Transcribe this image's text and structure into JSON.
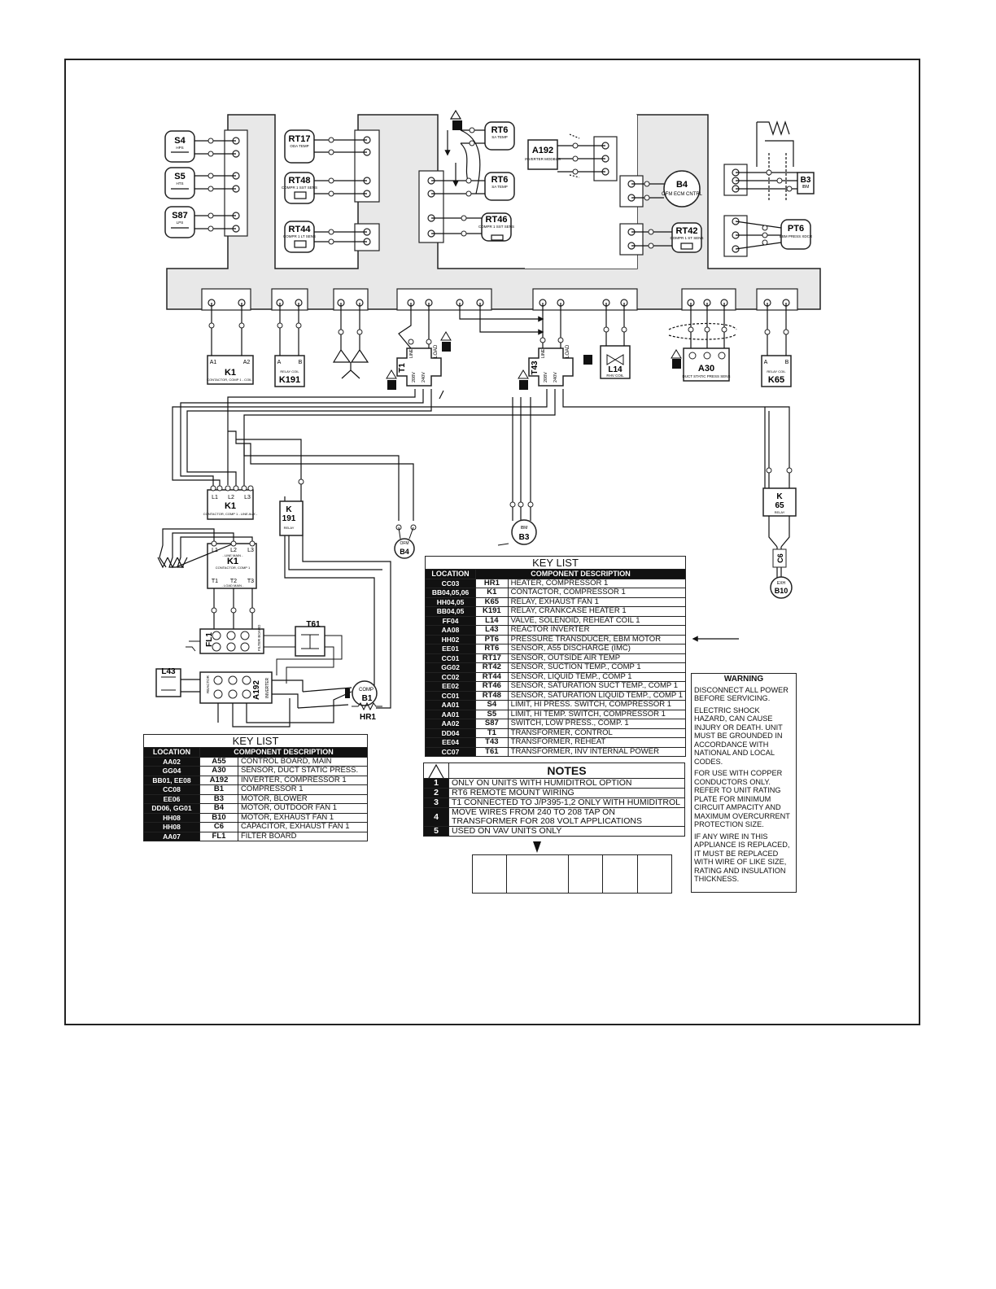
{
  "components": {
    "s4": {
      "id": "S4",
      "sub": "HPS"
    },
    "s5": {
      "id": "S5",
      "sub": "HTS"
    },
    "s87": {
      "id": "S87",
      "sub": "LPS"
    },
    "rt17": {
      "id": "RT17",
      "sub": "ODA TEMP"
    },
    "rt48": {
      "id": "RT48",
      "sub": "COMPR 1 SST SENS"
    },
    "rt44": {
      "id": "RT44",
      "sub": "COMPR 1 LT SENS"
    },
    "rt6a": {
      "id": "RT6",
      "sub": "SA TEMP"
    },
    "rt6b": {
      "id": "RT6",
      "sub": "SA TEMP"
    },
    "rt46": {
      "id": "RT46",
      "sub": "COMPR 1 SST SENS"
    },
    "a192": {
      "id": "A192",
      "sub": "INVERTER MODBUS"
    },
    "b4top": {
      "id": "B4",
      "sub": "OFM ECM CNTRL"
    },
    "rt42": {
      "id": "RT42",
      "sub": "COMPR 1 ST SENS"
    },
    "b3top": {
      "id": "B3",
      "sub": "IBM"
    },
    "pt6": {
      "id": "PT6",
      "sub": "EBM PRESS XDCR"
    },
    "k1coil": {
      "id": "K1",
      "sub": "CONTACTOR, COMP 1 - COIL -",
      "a1": "A1",
      "a2": "A2"
    },
    "k191coil": {
      "id": "K191",
      "sub": "RELAY COIL",
      "a": "A",
      "b": "B"
    },
    "t1": {
      "id": "T1",
      "v208": "208V",
      "v240": "240V",
      "load": "LOAD",
      "line": "LINE"
    },
    "t43": {
      "id": "T43",
      "v208": "208V",
      "v240": "240V",
      "load": "LOAD",
      "line": "LINE"
    },
    "l14": {
      "id": "L14",
      "sub": "RHV COIL"
    },
    "a30": {
      "id": "A30",
      "sub": "DUCT STATIC PRESS SENS"
    },
    "k65coil": {
      "id": "K65",
      "sub": "RELAY COIL",
      "a": "A",
      "b": "B"
    },
    "k1aux": {
      "id": "K1",
      "sub": "CONTACTOR, COMP 1 - LINE AUX -",
      "l1": "L1",
      "l2": "L2",
      "l3": "L3"
    },
    "k191relay": {
      "k": "K",
      "num": "191",
      "sub": "RELAY"
    },
    "b4bot": {
      "id": "B4",
      "sub": "OFM"
    },
    "b3bot": {
      "id": "B3",
      "sub": "IBM"
    },
    "k65relay": {
      "k": "K",
      "num": "65",
      "sub": "RELAY"
    },
    "c6": {
      "id": "C6"
    },
    "b10": {
      "id": "B10",
      "sub": "EXH"
    },
    "k1main": {
      "id": "K1",
      "sub": "CONTACTOR, COMP 1",
      "line": "- LINE MAIN -",
      "load": "- LOAD MAIN -",
      "t1": "T1",
      "t2": "T2",
      "t3": "T3",
      "l1": "L1",
      "l2": "L2",
      "l3": "L3"
    },
    "fl1": {
      "id": "FL1",
      "side": "FILTER BOARD"
    },
    "t61": {
      "id": "T61"
    },
    "l43": {
      "id": "L43"
    },
    "a192inv": {
      "id": "A192",
      "sub": "INVERTER",
      "side": "REACTOR"
    },
    "b1": {
      "id": "B1",
      "sub": "COMP"
    },
    "hr1": {
      "id": "HR1"
    }
  },
  "key_list_right": {
    "title": "KEY LIST",
    "headers": [
      "LOCATION",
      "COMPONENT DESCRIPTION"
    ],
    "rows": [
      {
        "loc": "CC03",
        "code": "HR1",
        "desc": "HEATER, COMPRESSOR 1"
      },
      {
        "loc": "BB04,05,06",
        "code": "K1",
        "desc": "CONTACTOR, COMPRESSOR 1"
      },
      {
        "loc": "HH04,05",
        "code": "K65",
        "desc": "RELAY, EXHAUST FAN 1"
      },
      {
        "loc": "BB04,05",
        "code": "K191",
        "desc": "RELAY, CRANKCASE HEATER 1"
      },
      {
        "loc": "FF04",
        "code": "L14",
        "desc": "VALVE, SOLENOID, REHEAT COIL 1"
      },
      {
        "loc": "AA08",
        "code": "L43",
        "desc": "REACTOR INVERTER"
      },
      {
        "loc": "HH02",
        "code": "PT6",
        "desc": "PRESSURE TRANSDUCER, EBM MOTOR"
      },
      {
        "loc": "EE01",
        "code": "RT6",
        "desc": "SENSOR, A55 DISCHARGE (IMC)"
      },
      {
        "loc": "CC01",
        "code": "RT17",
        "desc": "SENSOR, OUTSIDE AIR TEMP"
      },
      {
        "loc": "GG02",
        "code": "RT42",
        "desc": "SENSOR, SUCTION TEMP., COMP 1"
      },
      {
        "loc": "CC02",
        "code": "RT44",
        "desc": "SENSOR, LIQUID TEMP., COMP 1"
      },
      {
        "loc": "EE02",
        "code": "RT46",
        "desc": "SENSOR, SATURATION SUCT TEMP., COMP 1"
      },
      {
        "loc": "CC01",
        "code": "RT48",
        "desc": "SENSOR, SATURATION LIQUID TEMP., COMP 1"
      },
      {
        "loc": "AA01",
        "code": "S4",
        "desc": "LIMIT, HI PRESS. SWITCH, COMPRESSOR 1"
      },
      {
        "loc": "AA01",
        "code": "S5",
        "desc": "LIMIT, HI TEMP. SWITCH, COMPRESSOR 1"
      },
      {
        "loc": "AA02",
        "code": "S87",
        "desc": "SWITCH, LOW PRESS., COMP. 1"
      },
      {
        "loc": "DD04",
        "code": "T1",
        "desc": "TRANSFORMER, CONTROL"
      },
      {
        "loc": "EE04",
        "code": "T43",
        "desc": "TRANSFORMER, REHEAT"
      },
      {
        "loc": "CC07",
        "code": "T61",
        "desc": "TRANSFORMER, INV INTERNAL POWER"
      }
    ]
  },
  "key_list_left": {
    "title": "KEY LIST",
    "headers": [
      "LOCATION",
      "COMPONENT DESCRIPTION"
    ],
    "rows": [
      {
        "loc": "AA02",
        "code": "A55",
        "desc": "CONTROL BOARD, MAIN"
      },
      {
        "loc": "GG04",
        "code": "A30",
        "desc": "SENSOR, DUCT STATIC PRESS."
      },
      {
        "loc": "BB01, EE08",
        "code": "A192",
        "desc": "INVERTER, COMPRESSOR 1"
      },
      {
        "loc": "CC08",
        "code": "B1",
        "desc": "COMPRESSOR 1"
      },
      {
        "loc": "EE06",
        "code": "B3",
        "desc": "MOTOR, BLOWER"
      },
      {
        "loc": "DD06, GG01",
        "code": "B4",
        "desc": "MOTOR, OUTDOOR FAN 1"
      },
      {
        "loc": "HH08",
        "code": "B10",
        "desc": "MOTOR, EXHAUST FAN 1"
      },
      {
        "loc": "HH08",
        "code": "C6",
        "desc": "CAPACITOR, EXHAUST FAN 1"
      },
      {
        "loc": "AA07",
        "code": "FL1",
        "desc": "FILTER BOARD"
      }
    ]
  },
  "notes": {
    "title": "NOTES",
    "items": [
      {
        "num": "1",
        "text": "ONLY ON UNITS WITH HUMIDITROL OPTION"
      },
      {
        "num": "2",
        "text": "RT6 REMOTE MOUNT WIRING"
      },
      {
        "num": "3",
        "text": "T1 CONNECTED TO J/P395-1,2 ONLY WITH HUMIDITROL"
      },
      {
        "num": "4",
        "text": "MOVE WIRES FROM 240 TO 208 TAP ON TRANSFORMER FOR 208 VOLT APPLICATIONS"
      },
      {
        "num": "5",
        "text": "USED ON VAV UNITS ONLY"
      }
    ]
  },
  "warning": {
    "title": "WARNING",
    "paragraphs": [
      "DISCONNECT ALL POWER BEFORE SERVICING.",
      "ELECTRIC SHOCK HAZARD, CAN CAUSE INJURY OR DEATH. UNIT MUST BE GROUNDED IN ACCORDANCE WITH NATIONAL AND LOCAL CODES.",
      "FOR USE WITH COPPER CONDUCTORS ONLY. REFER TO UNIT RATING PLATE FOR MINIMUM CIRCUIT AMPACITY AND MAXIMUM OVERCURRENT PROTECTION SIZE.",
      "IF ANY WIRE IN THIS APPLIANCE IS REPLACED, IT MUST BE REPLACED WITH WIRE OF LIKE SIZE, RATING AND INSULATION THICKNESS."
    ]
  }
}
